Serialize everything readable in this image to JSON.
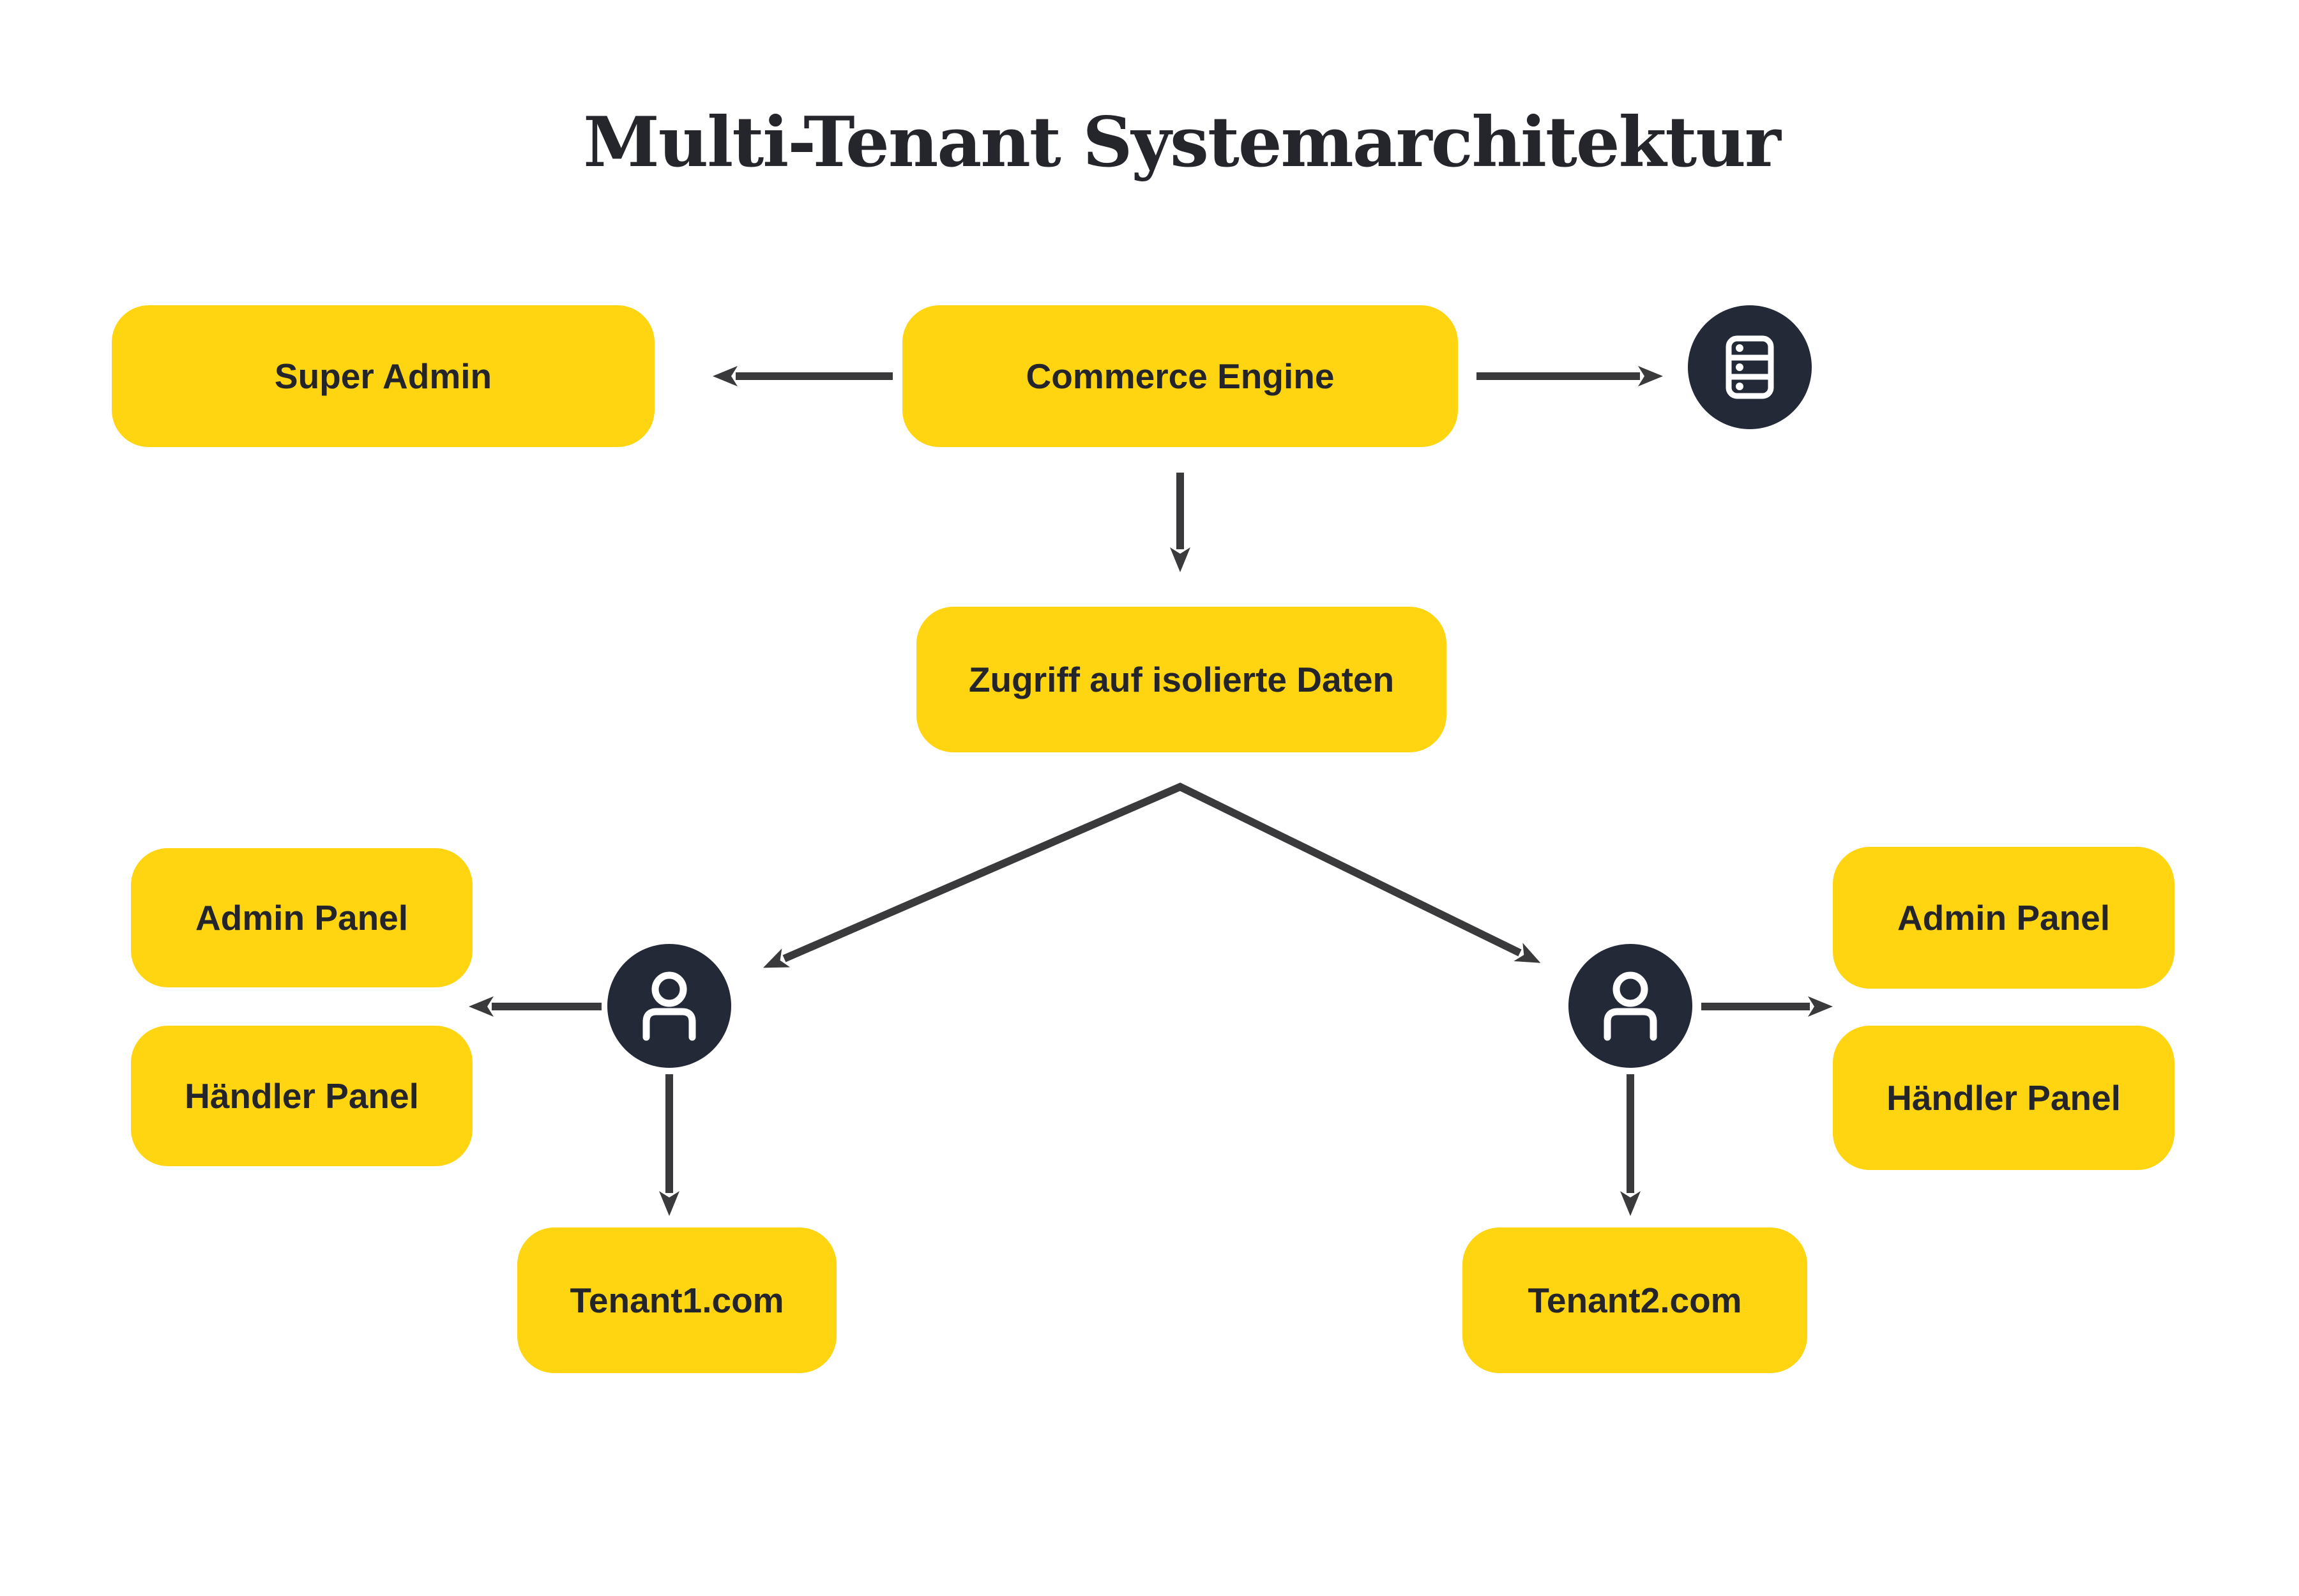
{
  "title": "Multi-Tenant Systemarchitektur",
  "colors": {
    "background": "#FFFFFF",
    "node_fill": "#FFD411",
    "node_text": "#23252B",
    "icon_circle": "#232936",
    "icon_glyph": "#FFFFFF",
    "arrow": "#3A3A3C",
    "title_text": "#24262B"
  },
  "nodes": {
    "super_admin": {
      "label": "Super Admin"
    },
    "commerce_engine": {
      "label": "Commerce Engine"
    },
    "isolated_data": {
      "label": "Zugriff auf isolierte Daten"
    },
    "admin_panel_left": {
      "label": "Admin Panel"
    },
    "haendler_panel_left": {
      "label": "Händler Panel"
    },
    "admin_panel_right": {
      "label": "Admin Panel"
    },
    "haendler_panel_right": {
      "label": "Händler Panel"
    },
    "tenant1": {
      "label": "Tenant1.com"
    },
    "tenant2": {
      "label": "Tenant2.com"
    }
  },
  "icons": {
    "database": "server-icon",
    "user_left": "user-icon",
    "user_right": "user-icon"
  },
  "edges": [
    {
      "from": "commerce_engine",
      "to": "super_admin"
    },
    {
      "from": "commerce_engine",
      "to": "database_icon"
    },
    {
      "from": "commerce_engine",
      "to": "isolated_data"
    },
    {
      "from": "isolated_data",
      "to": "user_left"
    },
    {
      "from": "isolated_data",
      "to": "user_right"
    },
    {
      "from": "user_left",
      "to": "panels_left"
    },
    {
      "from": "user_left",
      "to": "tenant1"
    },
    {
      "from": "user_right",
      "to": "panels_right"
    },
    {
      "from": "user_right",
      "to": "tenant2"
    }
  ]
}
